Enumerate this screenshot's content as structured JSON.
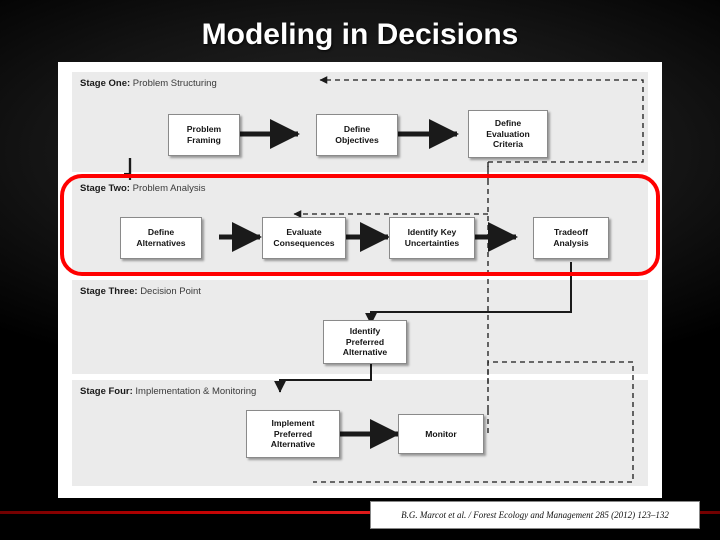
{
  "slide": {
    "title": "Modeling in Decisions",
    "background_color": "#000000",
    "accent_color": "#c00000",
    "highlight_color": "#ff0000"
  },
  "diagram": {
    "stages": [
      {
        "number": "Stage One:",
        "label": "Problem Structuring"
      },
      {
        "number": "Stage Two:",
        "label": "Problem Analysis"
      },
      {
        "number": "Stage Three:",
        "label": "Decision Point"
      },
      {
        "number": "Stage Four:",
        "label": "Implementation & Monitoring"
      }
    ],
    "nodes": [
      {
        "id": "problem-framing",
        "text": "Problem\nFraming",
        "stage": 1
      },
      {
        "id": "define-objectives",
        "text": "Define\nObjectives",
        "stage": 1
      },
      {
        "id": "define-evaluation-criteria",
        "text": "Define\nEvaluation\nCriteria",
        "stage": 1
      },
      {
        "id": "define-alternatives",
        "text": "Define\nAlternatives",
        "stage": 2
      },
      {
        "id": "evaluate-consequences",
        "text": "Evaluate\nConsequences",
        "stage": 2
      },
      {
        "id": "identify-key-uncertainties",
        "text": "Identify Key\nUncertainties",
        "stage": 2
      },
      {
        "id": "tradeoff-analysis",
        "text": "Tradeoff\nAnalysis",
        "stage": 2
      },
      {
        "id": "identify-preferred-alternative",
        "text": "Identify\nPreferred\nAlternative",
        "stage": 3
      },
      {
        "id": "implement-preferred-alternative",
        "text": "Implement\nPreferred\nAlternative",
        "stage": 4
      },
      {
        "id": "monitor",
        "text": "Monitor",
        "stage": 4
      }
    ]
  },
  "caption": {
    "text": "B.G. Marcot et al. / Forest Ecology and Management 285 (2012) 123–132"
  }
}
